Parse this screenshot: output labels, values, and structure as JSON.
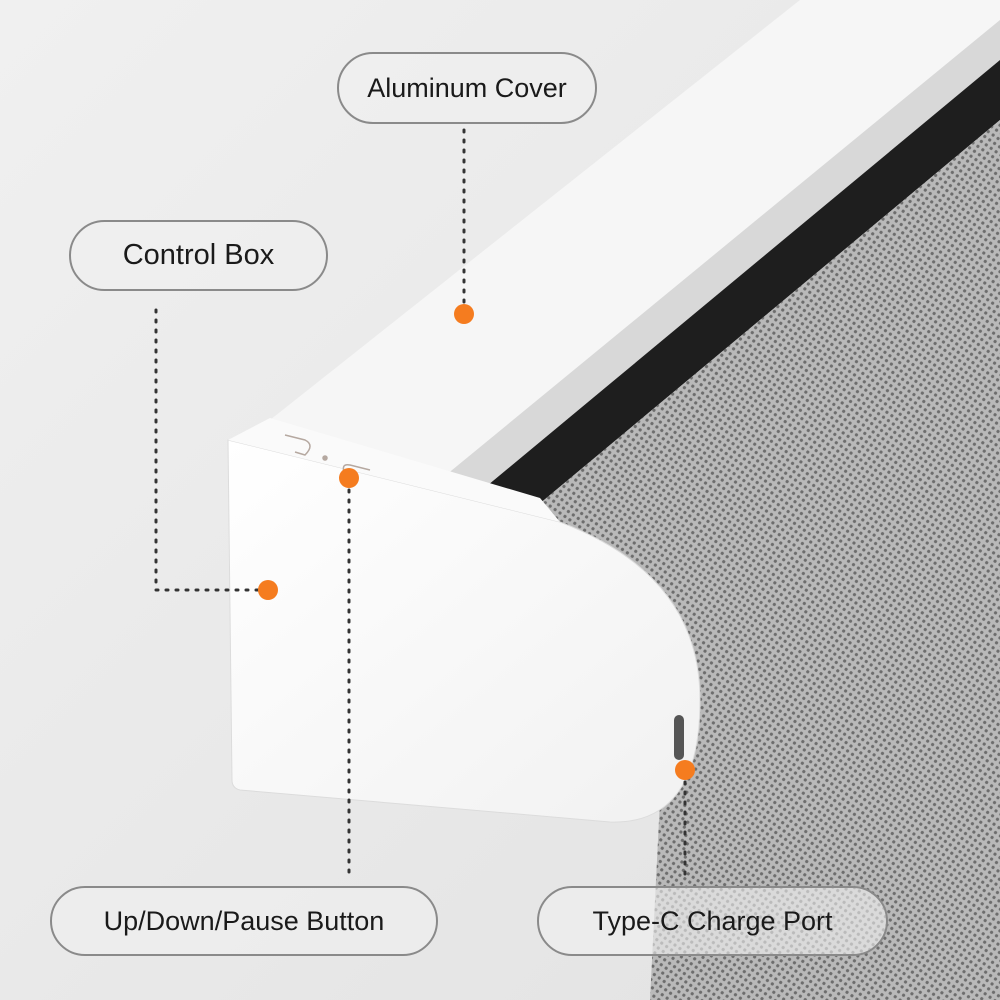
{
  "labels": {
    "aluminum_cover": "Aluminum Cover",
    "control_box": "Control Box",
    "button": "Up/Down/Pause Button",
    "charge_port": "Type-C Charge Port"
  },
  "colors": {
    "accent": "#f57c1f",
    "border": "#8a8a8a"
  }
}
